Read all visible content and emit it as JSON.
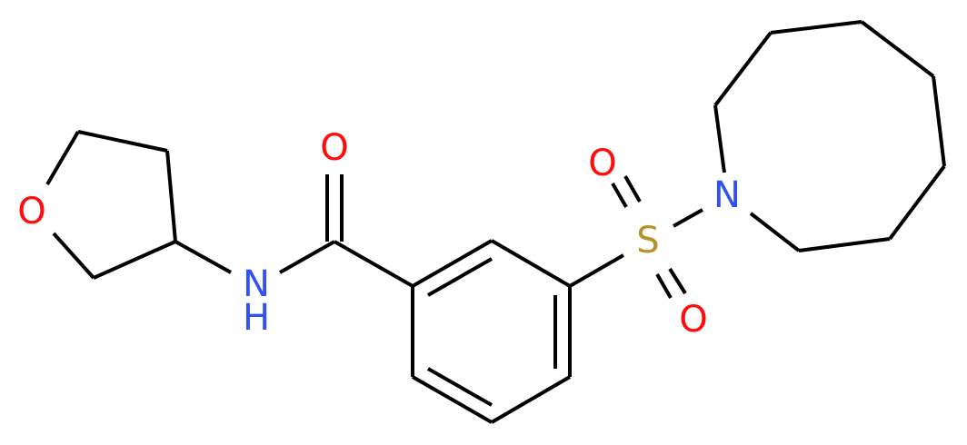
{
  "diagram": {
    "type": "chemical-structure",
    "compound": "3-(azocan-1-ylsulfonyl)-N-(oxolan-3-yl)benzamide",
    "colors": {
      "bond": "#000000",
      "oxygen": "#ff0d0d",
      "nitrogen": "#3050f8",
      "sulfur": "#b8912a",
      "background": "#ffffff"
    },
    "atoms": {
      "thf_oxygen": "O",
      "amide_nitrogen": "N",
      "amide_hydrogen": "H",
      "carbonyl_oxygen": "O",
      "sulfonyl_oxygen_top": "O",
      "sulfur": "S",
      "sulfonyl_oxygen_bottom": "O",
      "azocane_nitrogen": "N"
    },
    "fragments": [
      "oxolane (tetrahydrofuran) ring",
      "secondary amide",
      "meta-substituted benzene ring",
      "sulfonyl group",
      "azocane ring"
    ]
  }
}
